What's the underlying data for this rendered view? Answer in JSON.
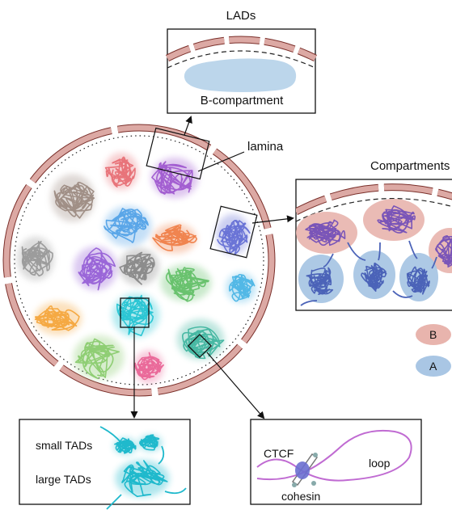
{
  "labels": {
    "lads_title": "LADs",
    "b_compartment": "B-compartment",
    "lamina": "lamina",
    "compartments_title": "Compartments",
    "legend_b": "B",
    "legend_a": "A",
    "small_tads": "small TADs",
    "large_tads": "large TADs",
    "ctcf": "CTCF",
    "loop": "loop",
    "cohesin": "cohesin"
  },
  "colors": {
    "lamina_fill": "#d9a8a3",
    "lamina_stroke": "#7a2f2a",
    "b_compartment": "#e8b4ad",
    "a_compartment": "#a9c6e4",
    "lad_region": "#b8d4ea",
    "tad_cyan": "#28c3d6",
    "loop_purple": "#c06bd2",
    "cohesin_blue": "#6b6fd0"
  },
  "icons": {
    "chromatin_territory": "tangled-chromatin-blob",
    "cohesin_ring": "cohesin-ring-icon",
    "ctcf": "ctcf-dot-icon"
  }
}
